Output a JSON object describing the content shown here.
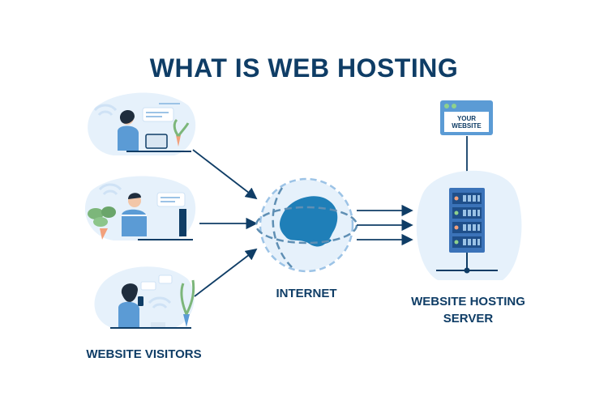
{
  "title": "WHAT IS WEB HOSTING",
  "labels": {
    "visitors": "WEBSITE VISITORS",
    "internet": "INTERNET",
    "server_line1": "WEBSITE HOSTING",
    "server_line2": "SERVER",
    "your_website_line1": "YOUR",
    "your_website_line2": "WEBSITE"
  },
  "colors": {
    "navy": "#0f3d66",
    "blob": "#e6f1fb",
    "shirt": "#5b9bd5",
    "globe": "#1f7fb8",
    "plant": "#7cb67a"
  }
}
